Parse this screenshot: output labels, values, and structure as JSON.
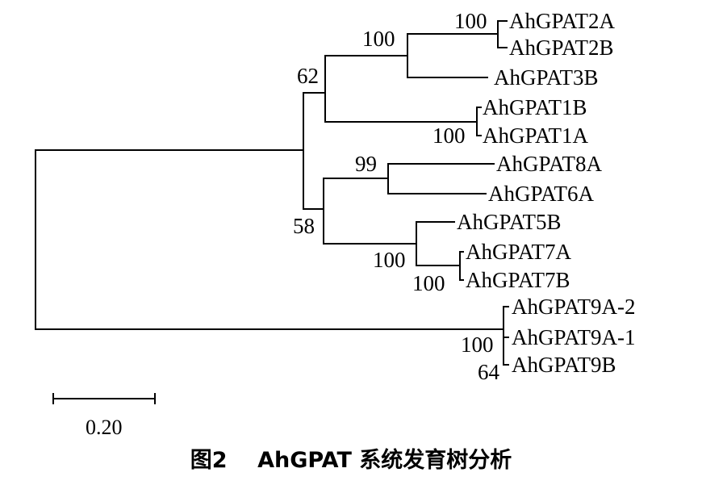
{
  "taxa": [
    "AhGPAT2A",
    "AhGPAT2B",
    "AhGPAT3B",
    "AhGPAT1B",
    "AhGPAT1A",
    "AhGPAT8A",
    "AhGPAT6A",
    "AhGPAT5B",
    "AhGPAT7A",
    "AhGPAT7B",
    "AhGPAT9A-2",
    "AhGPAT9A-1",
    "AhGPAT9B"
  ],
  "bootstrap": {
    "clade_2A_2B": "100",
    "clade_2_3": "100",
    "clade_2_3_1": "62",
    "clade_1B_1A": "100",
    "clade_8A_6A": "99",
    "clade_ingroup_lower": "58",
    "clade_5_7": "100",
    "clade_7A_7B": "100",
    "clade_9_all": "100",
    "clade_9_inner": "64"
  },
  "scale_bar": {
    "label": "0.20"
  },
  "caption": "图2    AhGPAT 系统发育树分析"
}
